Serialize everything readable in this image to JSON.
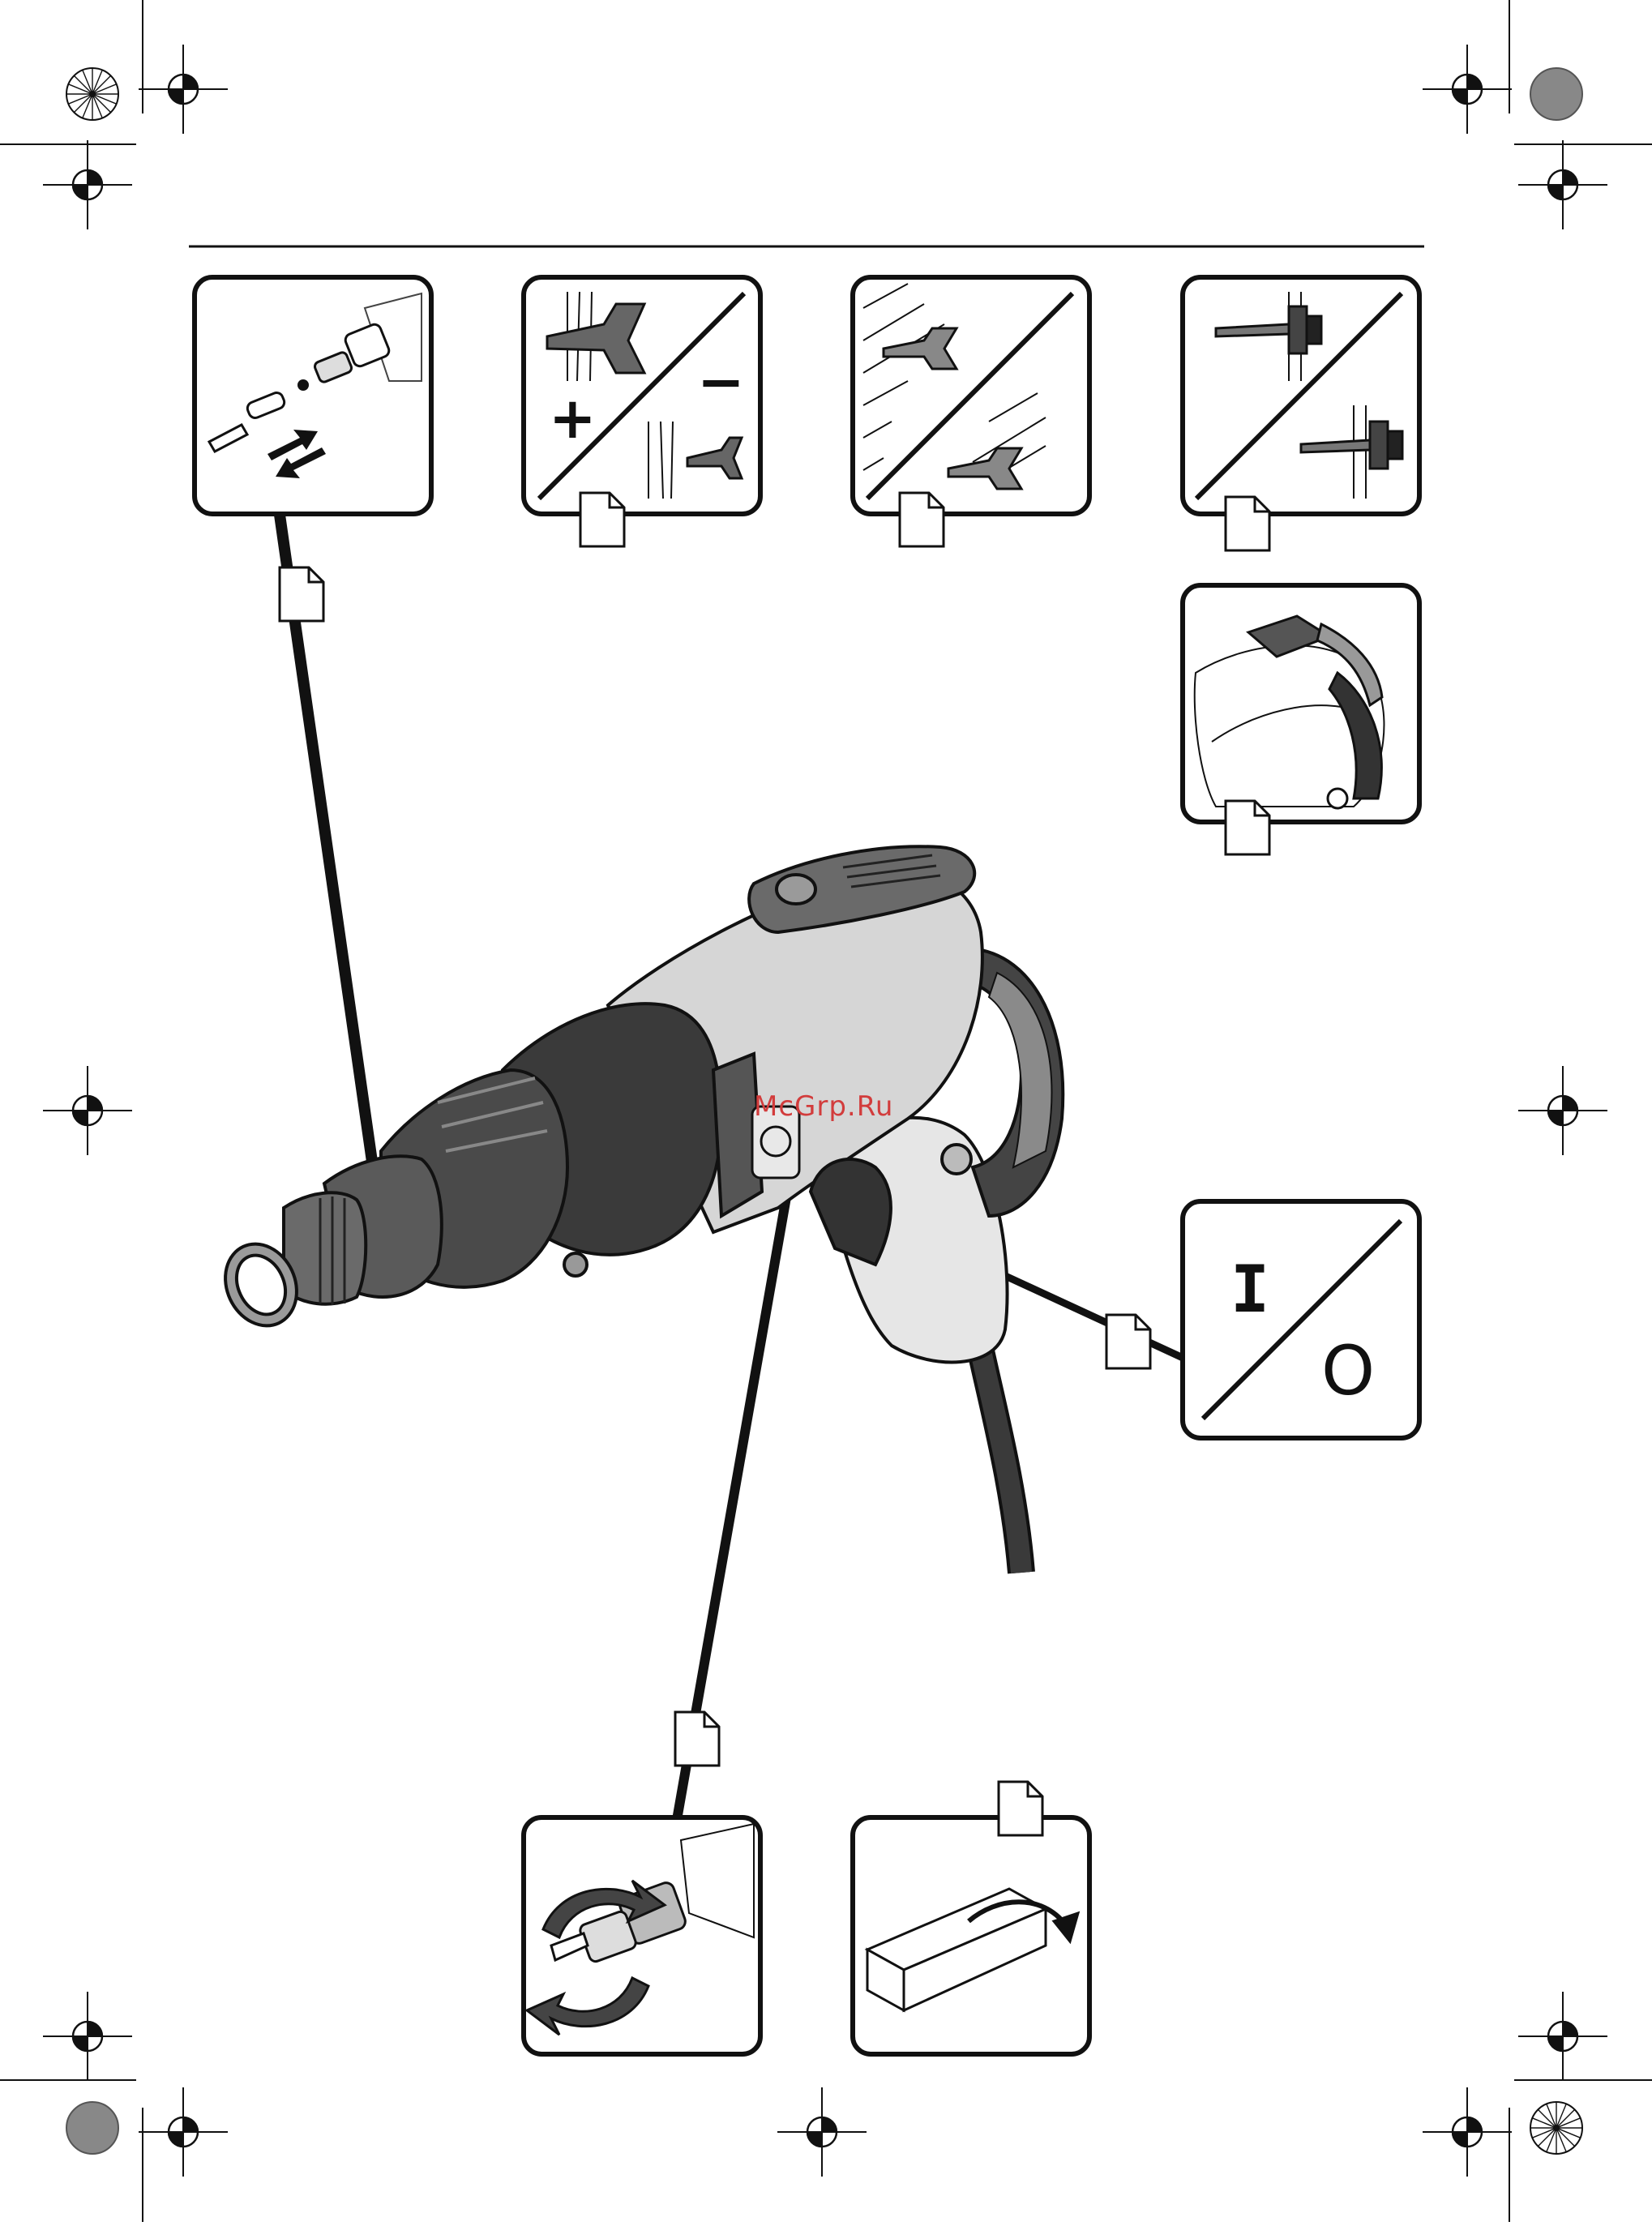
{
  "watermark": {
    "text": "McGrp.Ru",
    "color": "#d23c3c"
  },
  "panels": {
    "bit_change": {
      "icon": "screwdriver-bit-change-icon"
    },
    "depth_stop": {
      "plus": "+",
      "minus": "−",
      "icon": "screw-depth-adjust-icon"
    },
    "countersink": {
      "icon": "countersink-depth-icon"
    },
    "hex_screw": {
      "icon": "hex-head-screw-icon"
    },
    "belt_clip": {
      "icon": "belt-clip-icon"
    },
    "on_off": {
      "on_symbol": "I",
      "off_symbol": "O"
    },
    "bit_holder": {
      "icon": "bit-holder-rotate-icon"
    },
    "storage": {
      "icon": "storage-case-icon"
    }
  },
  "colors": {
    "line": "#111111",
    "tool_dark": "#2e2e2e",
    "tool_mid": "#7a7a7a",
    "tool_light": "#d6d6d6"
  }
}
